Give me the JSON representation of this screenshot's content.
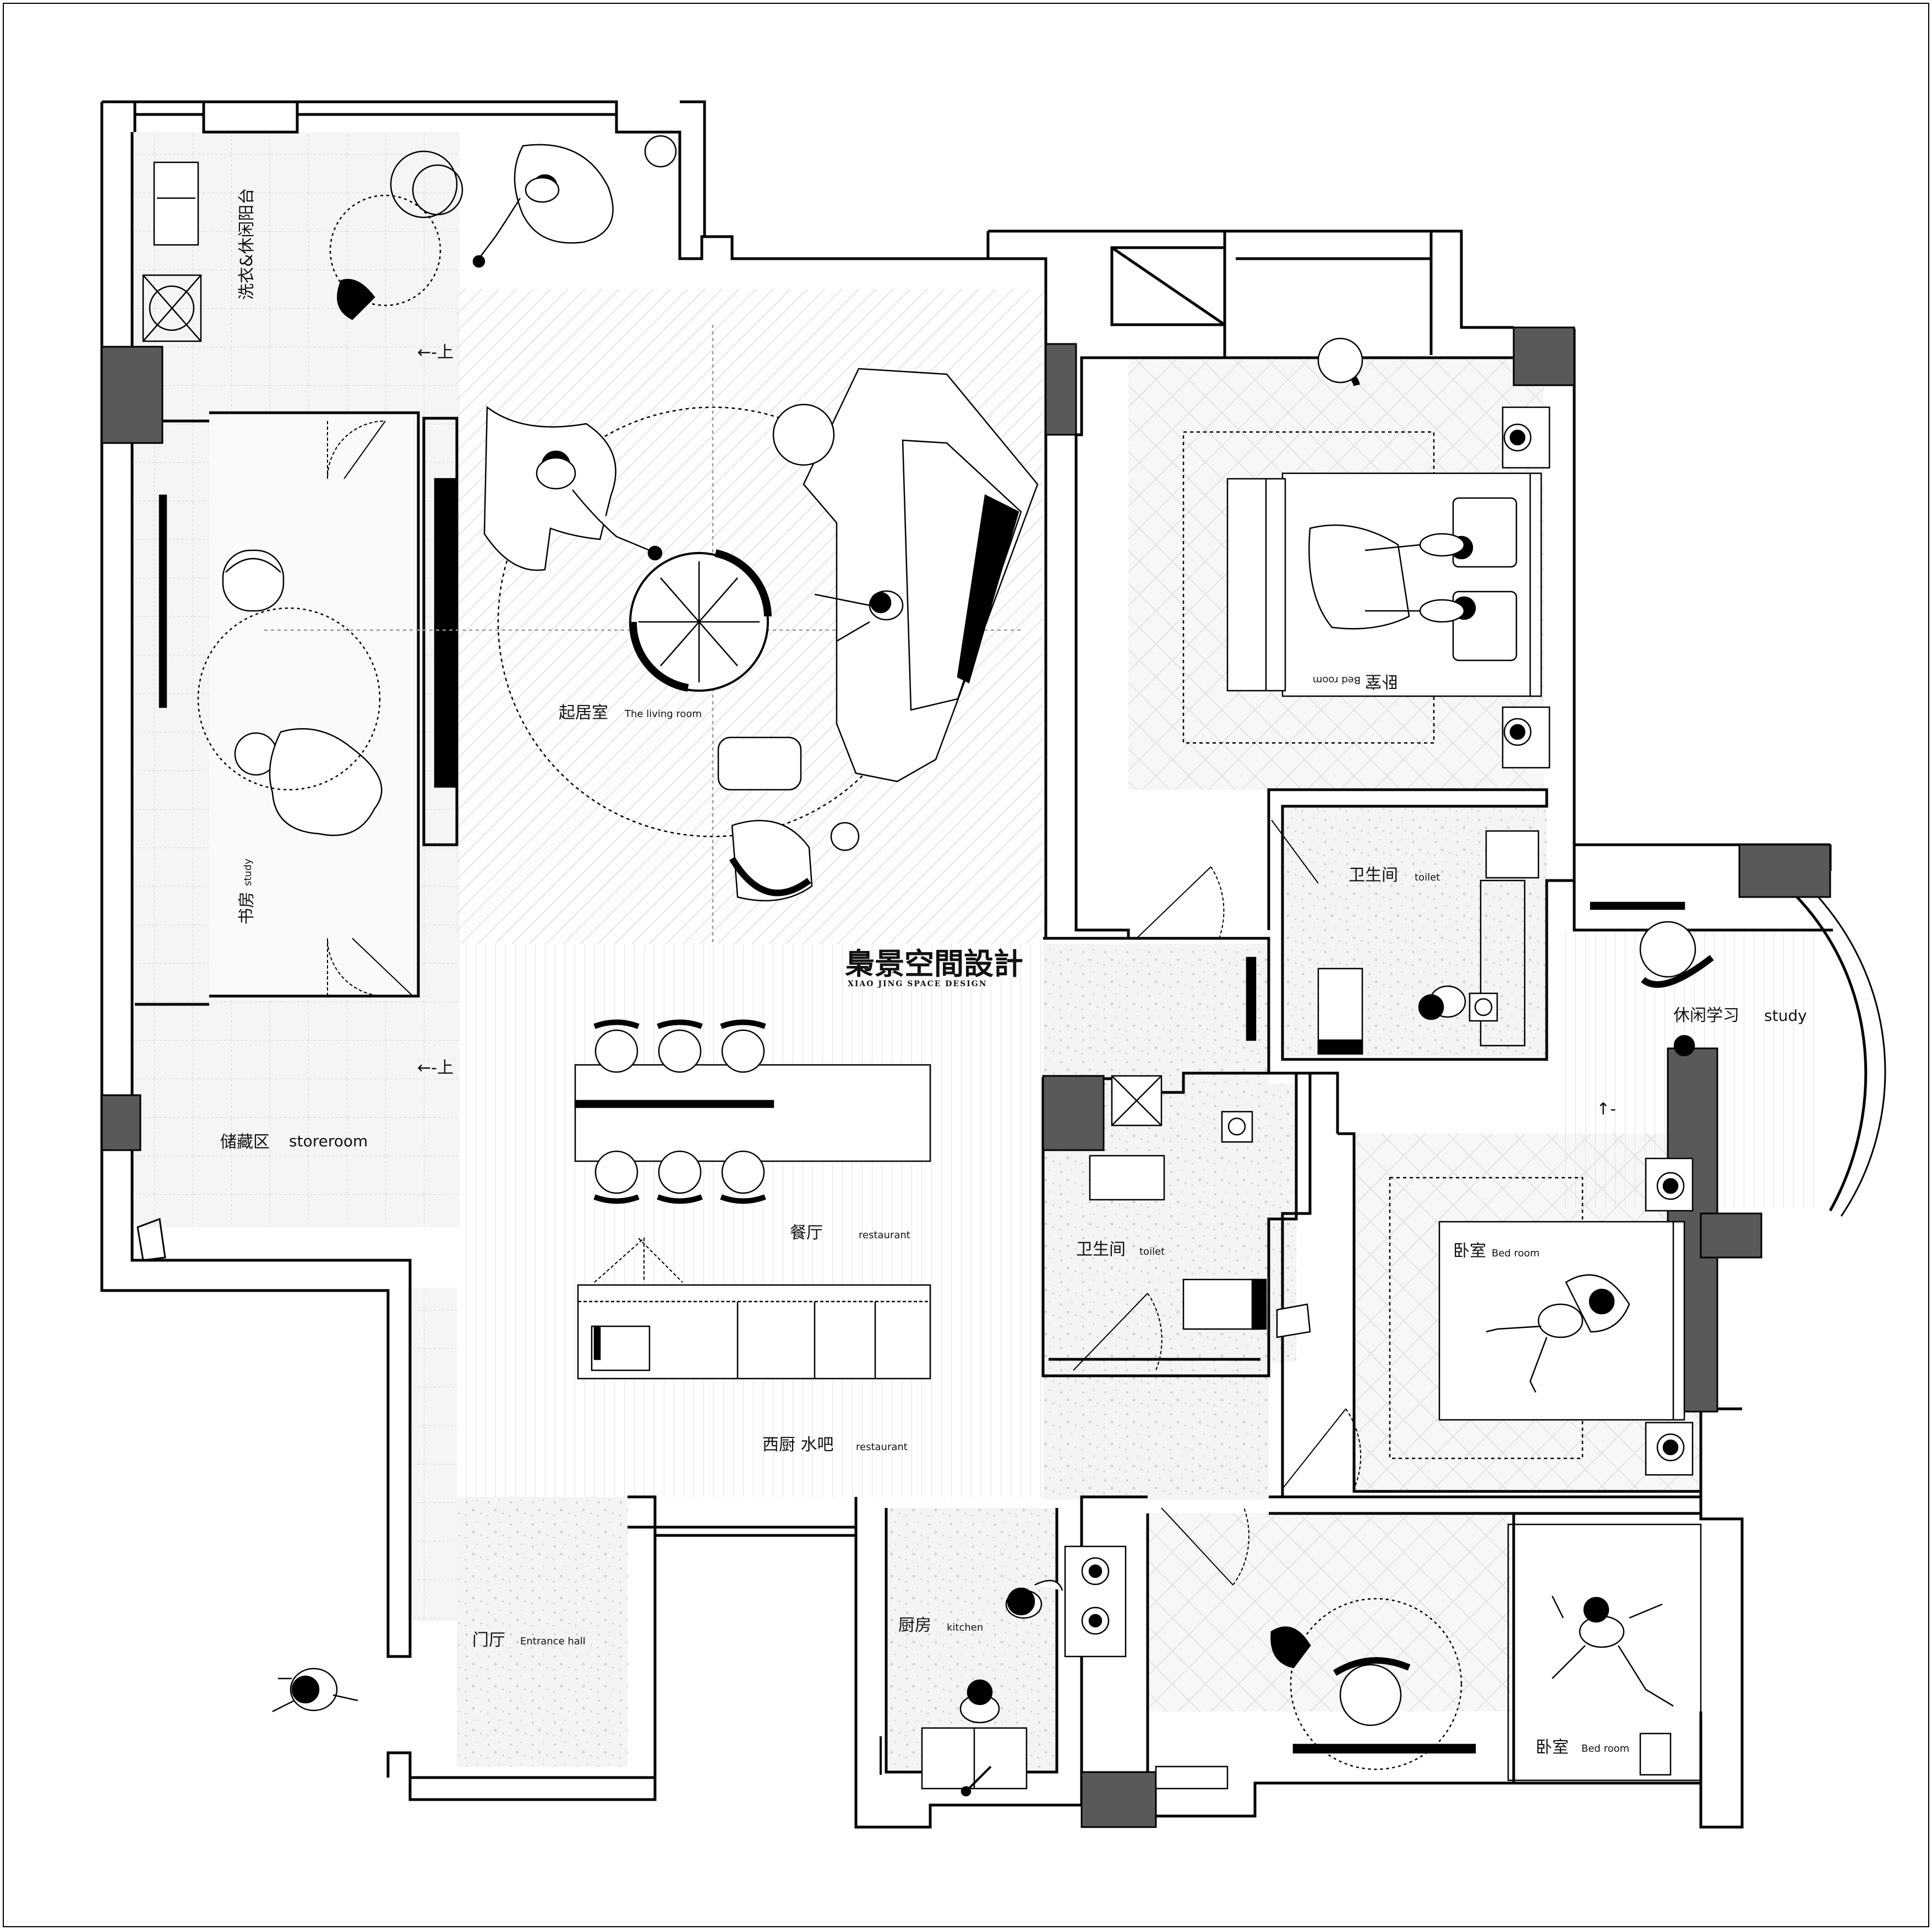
{
  "brand": {
    "name_cn": "梟景空間設計",
    "name_en": "XIAO JING SPACE DESIGN"
  },
  "rooms": {
    "laundry_balcony": {
      "cn": "洗衣&休闲阳台"
    },
    "study": {
      "cn": "书房",
      "en": "study"
    },
    "storeroom": {
      "cn": "储藏区",
      "en": "storeroom"
    },
    "living_room": {
      "cn": "起居室",
      "en": "The living room"
    },
    "restaurant": {
      "cn": "餐厅",
      "en": "restaurant"
    },
    "western_kitchen": {
      "cn": "西厨 水吧",
      "en": "restaurant"
    },
    "entrance_hall": {
      "cn": "门厅",
      "en": "Entrance hall"
    },
    "master_bedroom": {
      "cn": "卧室",
      "en": "Bed room"
    },
    "toilet_1": {
      "cn": "卫生间",
      "en": "toilet"
    },
    "toilet_2": {
      "cn": "卫生间",
      "en": "toilet"
    },
    "leisure_study": {
      "cn": "休闲学习",
      "en": "study"
    },
    "bedroom_2": {
      "cn": "卧室",
      "en": "Bed room"
    },
    "kitchen": {
      "cn": "厨房",
      "en": "kitchen"
    },
    "bedroom_3": {
      "cn": "卧室",
      "en": "Bed room"
    }
  },
  "annotations": {
    "step_up_1": "←-上",
    "step_up_2": "←-上",
    "step_up_3": "↑-"
  },
  "colors": {
    "wall": "#000000",
    "column": "#595959",
    "floor_tint": "#f2f2f2",
    "background": "#ffffff"
  }
}
